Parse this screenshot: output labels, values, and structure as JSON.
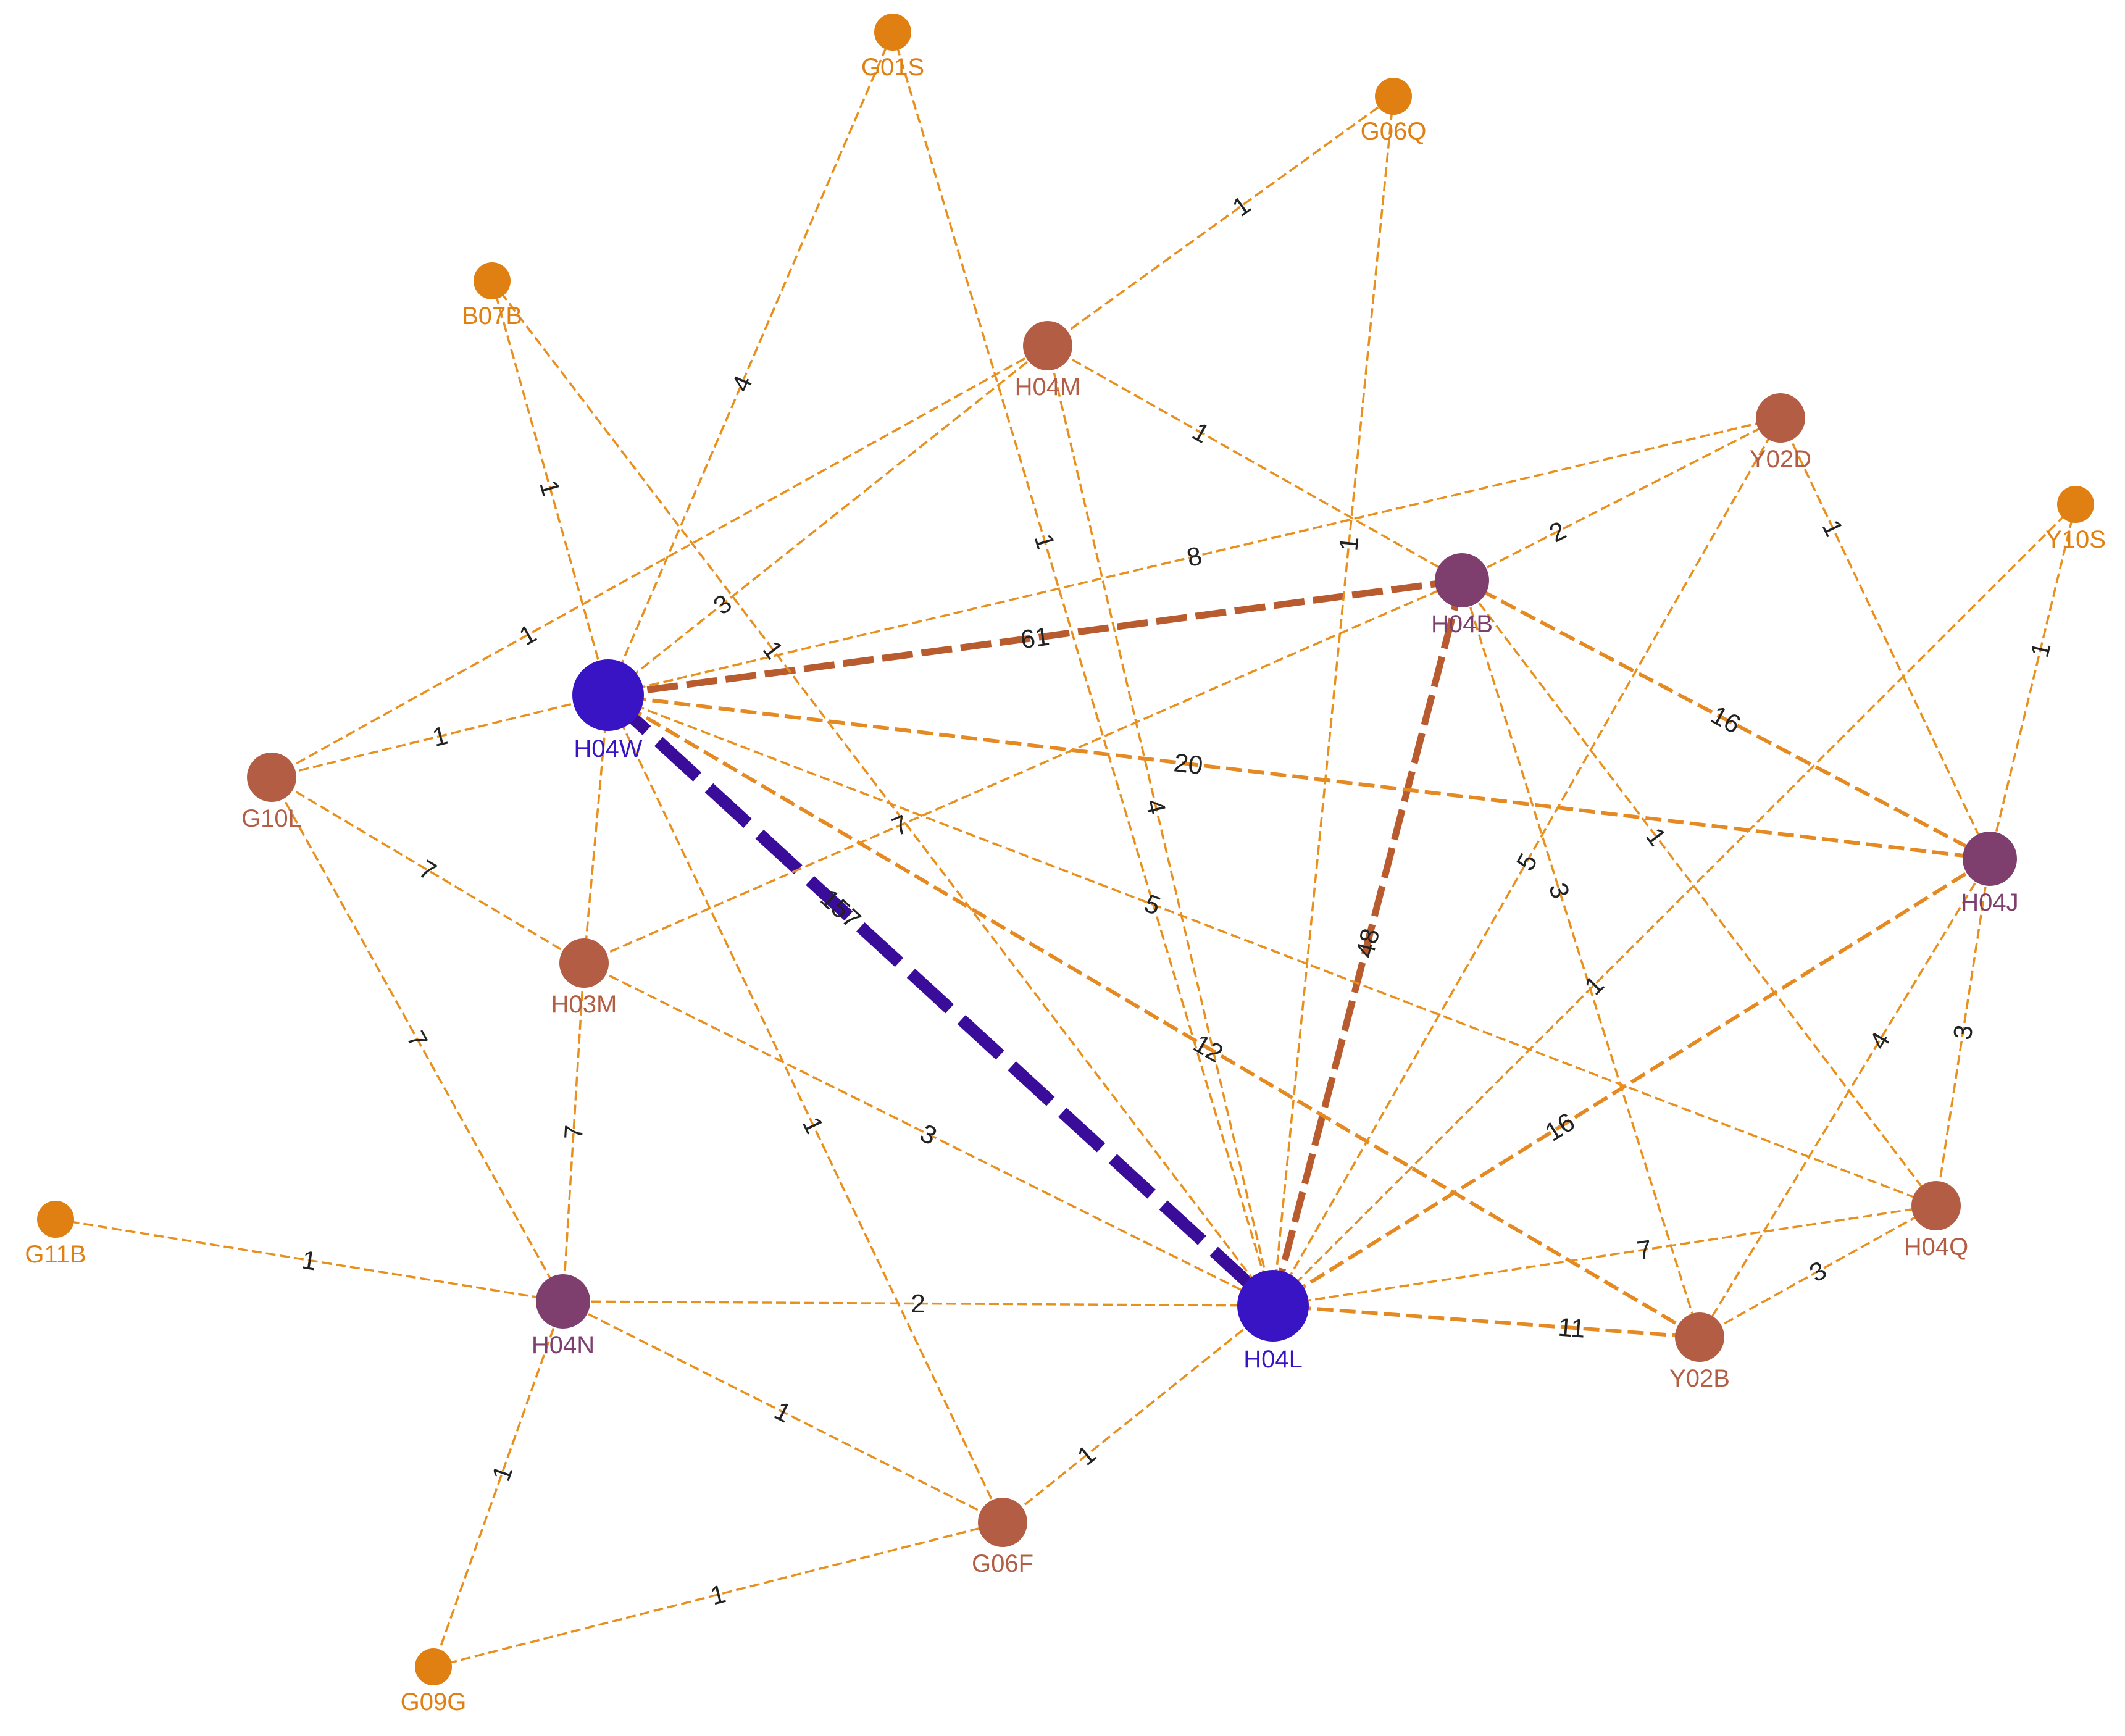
{
  "colors": {
    "hub": "#3814c4",
    "hub_label": "#3814c4",
    "purple": "#7f3f6e",
    "brown": "#b35e44",
    "orange": "#e07f12",
    "edge": "#e8901e",
    "edge_brown": "#b85c30",
    "edge_purple": "#3a0c9a"
  },
  "nodes": [
    {
      "id": "G01S",
      "label": "G01S",
      "kind": "orange"
    },
    {
      "id": "G06Q",
      "label": "G06Q",
      "kind": "orange"
    },
    {
      "id": "B07B",
      "label": "B07B",
      "kind": "orange"
    },
    {
      "id": "H04M",
      "label": "H04M",
      "kind": "brown"
    },
    {
      "id": "Y02D",
      "label": "Y02D",
      "kind": "brown"
    },
    {
      "id": "Y10S",
      "label": "Y10S",
      "kind": "orange"
    },
    {
      "id": "H04B",
      "label": "H04B",
      "kind": "purple"
    },
    {
      "id": "H04W",
      "label": "H04W",
      "kind": "hub"
    },
    {
      "id": "G10L",
      "label": "G10L",
      "kind": "brown"
    },
    {
      "id": "H04J",
      "label": "H04J",
      "kind": "purple"
    },
    {
      "id": "H03M",
      "label": "H03M",
      "kind": "brown"
    },
    {
      "id": "H04Q",
      "label": "H04Q",
      "kind": "brown"
    },
    {
      "id": "G11B",
      "label": "G11B",
      "kind": "orange"
    },
    {
      "id": "H04N",
      "label": "H04N",
      "kind": "purple"
    },
    {
      "id": "H04L",
      "label": "H04L",
      "kind": "hub"
    },
    {
      "id": "Y02B",
      "label": "Y02B",
      "kind": "brown"
    },
    {
      "id": "G06F",
      "label": "G06F",
      "kind": "brown"
    },
    {
      "id": "G09G",
      "label": "G09G",
      "kind": "orange"
    }
  ],
  "edges": [
    {
      "source": "H04W",
      "target": "H04L",
      "weight": "157"
    },
    {
      "source": "H04W",
      "target": "H04B",
      "weight": "61"
    },
    {
      "source": "H04B",
      "target": "H04L",
      "weight": "48"
    },
    {
      "source": "H04W",
      "target": "H04J",
      "weight": "20"
    },
    {
      "source": "H04B",
      "target": "H04J",
      "weight": "16"
    },
    {
      "source": "H04L",
      "target": "H04J",
      "weight": "16"
    },
    {
      "source": "H04W",
      "target": "Y02B",
      "weight": "12"
    },
    {
      "source": "H04L",
      "target": "Y02B",
      "weight": "11"
    },
    {
      "source": "H04W",
      "target": "Y02D",
      "weight": "8"
    },
    {
      "source": "H04L",
      "target": "H04Q",
      "weight": "7"
    },
    {
      "source": "G10L",
      "target": "H03M",
      "weight": "7"
    },
    {
      "source": "G10L",
      "target": "H04N",
      "weight": "7"
    },
    {
      "source": "H03M",
      "target": "H04N",
      "weight": "7"
    },
    {
      "source": "H03M",
      "target": "H04B",
      "weight": "7"
    },
    {
      "source": "H04W",
      "target": "H04Q",
      "weight": "5"
    },
    {
      "source": "H04L",
      "target": "Y02D",
      "weight": "5"
    },
    {
      "source": "H04W",
      "target": "G01S",
      "weight": "4"
    },
    {
      "source": "H04M",
      "target": "H04L",
      "weight": "4"
    },
    {
      "source": "H04J",
      "target": "Y02B",
      "weight": "4"
    },
    {
      "source": "H04W",
      "target": "H04M",
      "weight": "3"
    },
    {
      "source": "H03M",
      "target": "H04L",
      "weight": "3"
    },
    {
      "source": "H04B",
      "target": "Y02B",
      "weight": "3"
    },
    {
      "source": "H04J",
      "target": "H04Q",
      "weight": "3"
    },
    {
      "source": "Y02B",
      "target": "H04Q",
      "weight": "3"
    },
    {
      "source": "H04B",
      "target": "Y02D",
      "weight": "2"
    },
    {
      "source": "H04N",
      "target": "H04L",
      "weight": "2"
    },
    {
      "source": "G10L",
      "target": "H04W",
      "weight": "1"
    },
    {
      "source": "G10L",
      "target": "H04M",
      "weight": "1"
    },
    {
      "source": "B07B",
      "target": "H04W",
      "weight": "1"
    },
    {
      "source": "B07B",
      "target": "H04L",
      "weight": "1"
    },
    {
      "source": "H04M",
      "target": "H04B",
      "weight": "1"
    },
    {
      "source": "H04M",
      "target": "G06Q",
      "weight": "1"
    },
    {
      "source": "G01S",
      "target": "H04L",
      "weight": "1"
    },
    {
      "source": "G06Q",
      "target": "H04L",
      "weight": "1"
    },
    {
      "source": "Y02D",
      "target": "H04J",
      "weight": "1"
    },
    {
      "source": "Y10S",
      "target": "H04J",
      "weight": "1"
    },
    {
      "source": "Y10S",
      "target": "H04L",
      "weight": "1"
    },
    {
      "source": "H04B",
      "target": "H04Q",
      "weight": "1"
    },
    {
      "source": "H04W",
      "target": "G06F",
      "weight": "1"
    },
    {
      "source": "G11B",
      "target": "H04N",
      "weight": "1"
    },
    {
      "source": "H04N",
      "target": "G06F",
      "weight": "1"
    },
    {
      "source": "H04N",
      "target": "G09G",
      "weight": "1"
    },
    {
      "source": "G09G",
      "target": "G06F",
      "weight": "1"
    },
    {
      "source": "G06F",
      "target": "H04L",
      "weight": "1"
    },
    {
      "source": "H04W",
      "target": "H03M",
      "weight": ""
    }
  ]
}
